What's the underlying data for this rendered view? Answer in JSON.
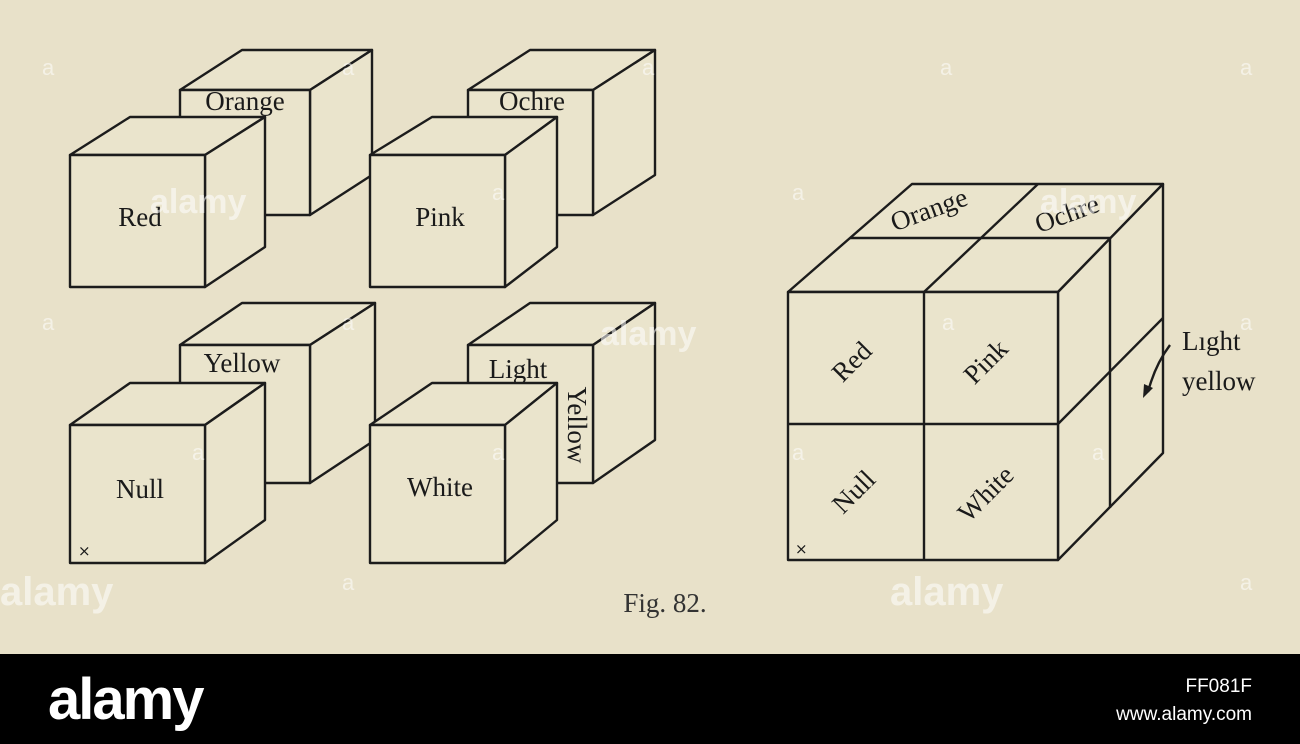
{
  "separate_cubes": {
    "back_left": "Orange",
    "back_right": "Ochre",
    "front_left": "Red",
    "front_right": "Pink",
    "lower_back_left": "Yellow",
    "lower_back_right_top": "Light",
    "lower_back_right_side": "Yellow",
    "lower_front_left": "Null",
    "lower_front_right": "White",
    "origin_mark": "×"
  },
  "assembled_cube": {
    "top_back_left": "Orange",
    "top_back_right": "Ochre",
    "front_top_left": "Red",
    "front_top_right": "Pink",
    "front_bottom_left": "Null",
    "front_bottom_right": "White",
    "side_label_line1": "Lıght",
    "side_label_line2": "yellow",
    "origin_mark": "×"
  },
  "caption": "Fig. 82.",
  "watermark": {
    "text": "alamy",
    "small": "a"
  },
  "footer": {
    "brand": "alamy",
    "image_id": "FF081F",
    "url": "www.alamy.com"
  }
}
